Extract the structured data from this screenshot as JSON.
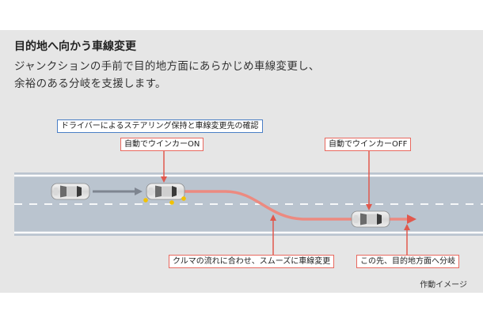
{
  "heading": "目的地へ向かう車線変更",
  "description_line1": "ジャンクションの手前で目的地方面にあらかじめ車線変更し、",
  "description_line2": "余裕のある分岐を支援します。",
  "callouts": {
    "driver_check": "ドライバーによるステアリング保持と車線変更先の確認",
    "turn_signal_on": "自動でウインカーON",
    "turn_signal_off": "自動でウインカーOFF",
    "smooth_merge": "クルマの流れに合わせ、スムーズに車線変更",
    "branch_ahead": "この先、目的地方面へ分岐"
  },
  "footnote": "作動イメージ",
  "colors": {
    "panel": "#e6e6e6",
    "road": "#bac4cf",
    "path": "#ec8a80",
    "arrow": "#e0584d",
    "blue_border": "#4b7fc6",
    "indicator": "#f2c200"
  },
  "icons": [
    "car-top-view",
    "car-top-view",
    "car-top-view"
  ]
}
